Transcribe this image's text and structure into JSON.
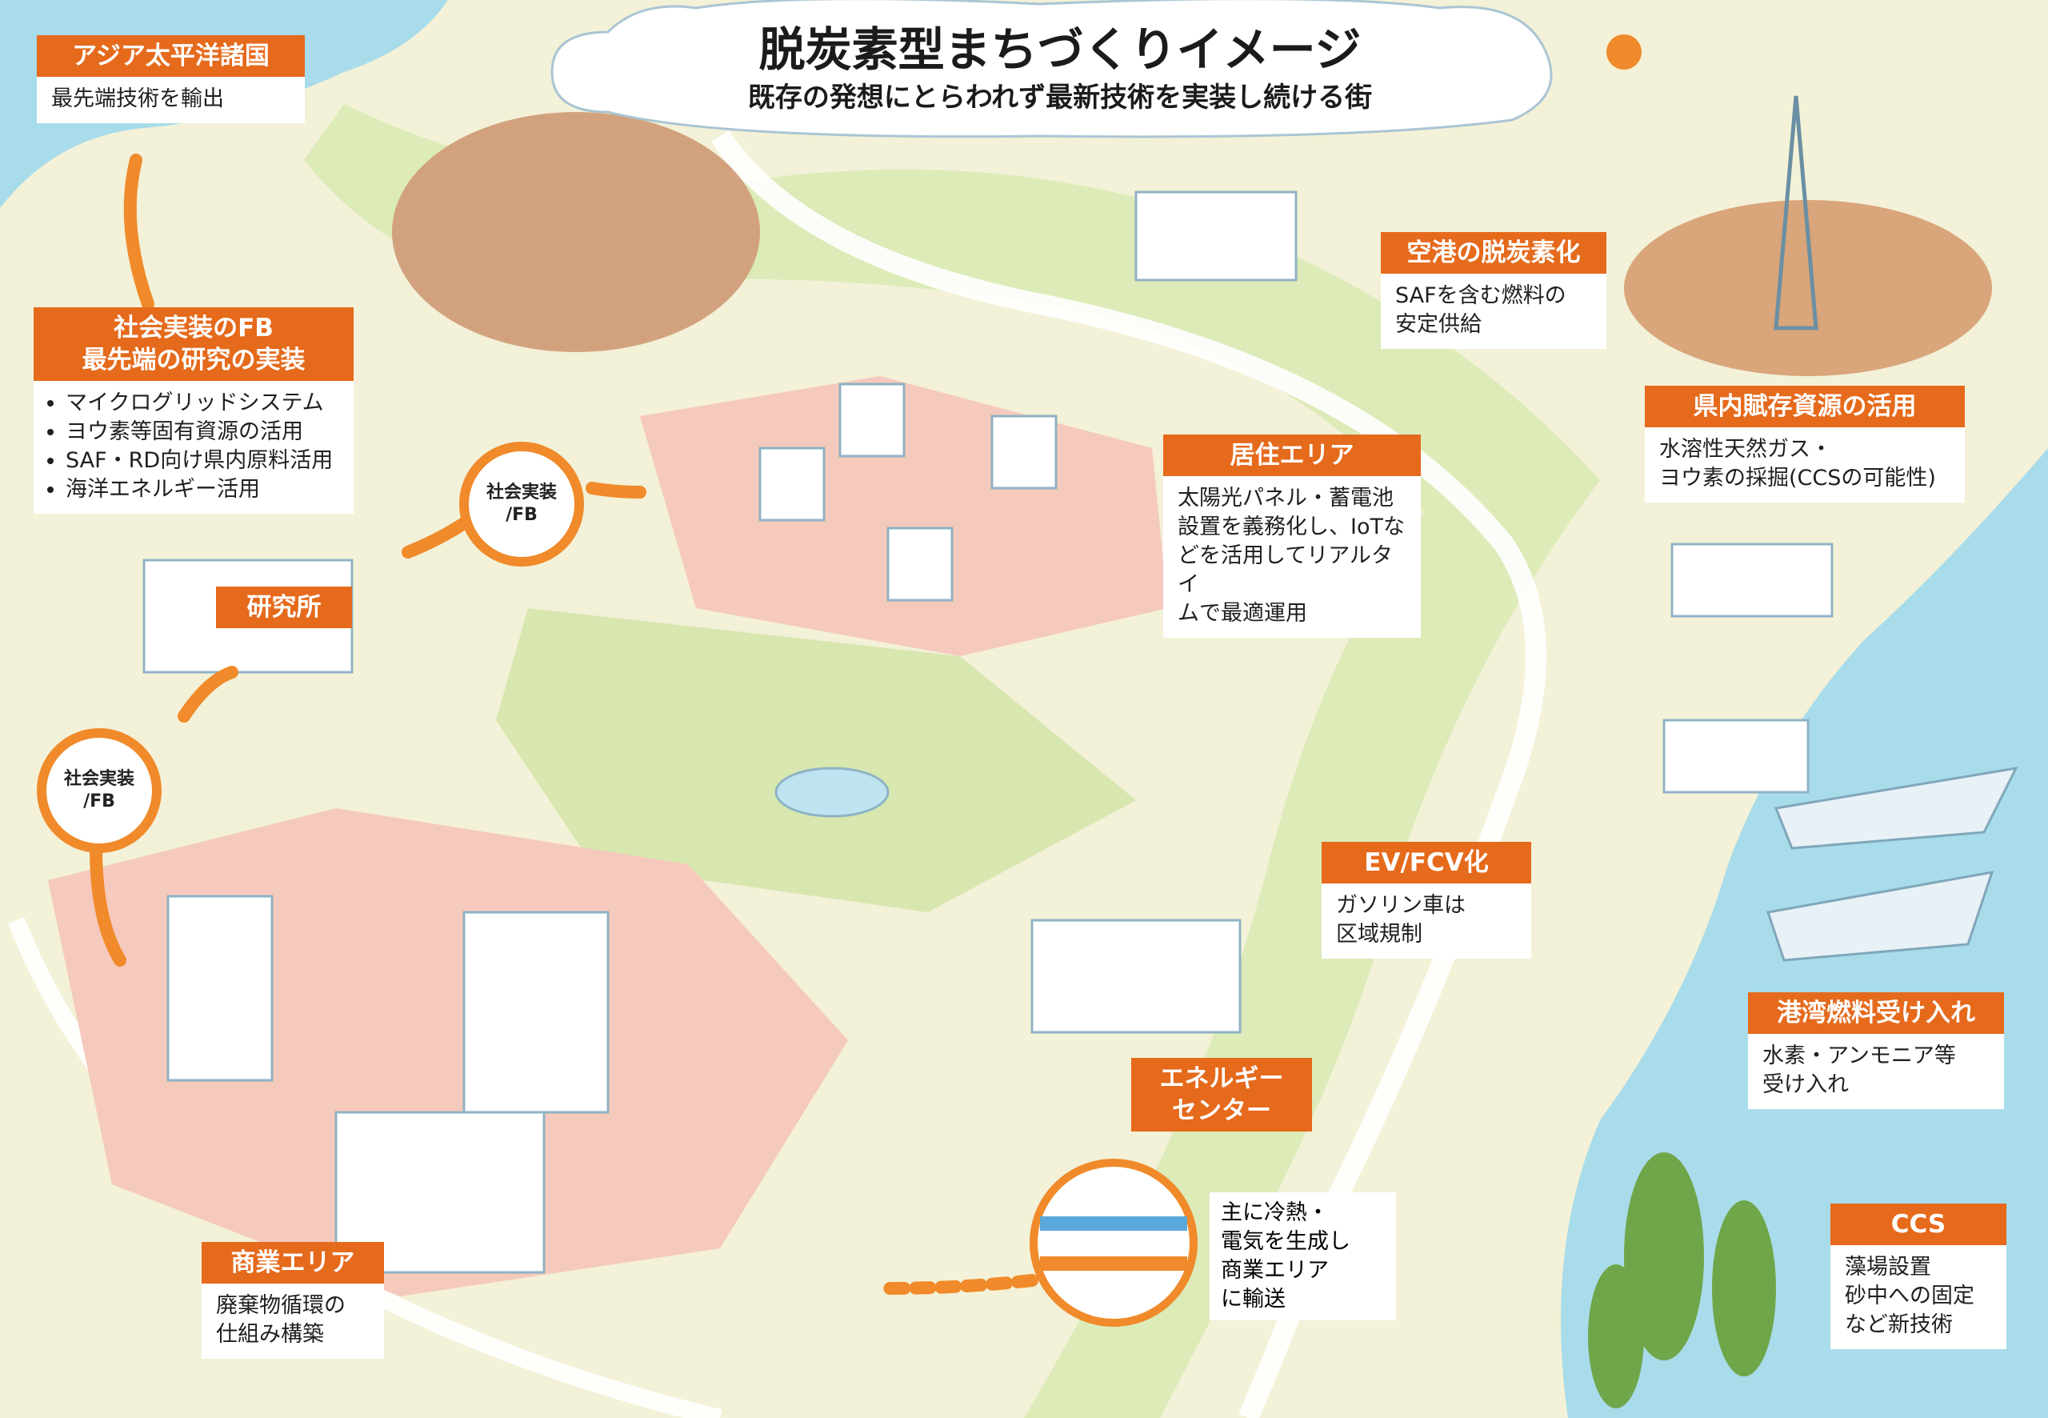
{
  "title": "脱炭素型まちづくりイメージ",
  "subtitle": "既存の発想にとらわれず最新技術を実装し続ける街",
  "colors": {
    "accent": "#e56a1c",
    "sea": "#a9dcea",
    "land": "#f3f1d8",
    "pink_zone": "#f6c9bd",
    "green_zone": "#dcebb8"
  },
  "callouts": {
    "asia": {
      "title": "アジア太平洋諸国",
      "lines": [
        "最先端技術を輸出"
      ]
    },
    "fb": {
      "title_lines": [
        "社会実装のFB",
        "最先端の研究の実装"
      ],
      "items": [
        "マイクログリッドシステム",
        "ヨウ素等固有資源の活用",
        "SAF・RD向け県内原料活用",
        "海洋エネルギー活用"
      ]
    },
    "lab": {
      "title": "研究所"
    },
    "airport": {
      "title": "空港の脱炭素化",
      "lines": [
        "SAFを含む燃料の",
        "安定供給"
      ]
    },
    "resources": {
      "title": "県内賦存資源の活用",
      "lines": [
        "水溶性天然ガス・",
        "ヨウ素の採掘(CCSの可能性)"
      ]
    },
    "residential": {
      "title": "居住エリア",
      "lines": [
        "太陽光パネル・蓄電池",
        "設置を義務化し、IoTな",
        "どを活用してリアルタイ",
        "ムで最適運用"
      ]
    },
    "ev": {
      "title": "EV/FCV化",
      "lines": [
        "ガソリン車は",
        "区域規制"
      ]
    },
    "port": {
      "title": "港湾燃料受け入れ",
      "lines": [
        "水素・アンモニア等",
        "受け入れ"
      ]
    },
    "energy": {
      "title_lines": [
        "エネルギー",
        "センター"
      ],
      "detail_lines": [
        "主に冷熱・",
        "電気を生成し",
        "商業エリア",
        "に輸送"
      ]
    },
    "commercial": {
      "title": "商業エリア",
      "lines": [
        "廃棄物循環の",
        "仕組み構築"
      ]
    },
    "ccs": {
      "title": "CCS",
      "lines": [
        "藻場設置",
        "砂中への固定",
        "など新技術"
      ]
    }
  },
  "cycles": [
    {
      "lines": [
        "社会実装",
        "/FB"
      ]
    },
    {
      "lines": [
        "社会実装",
        "/FB"
      ]
    }
  ]
}
